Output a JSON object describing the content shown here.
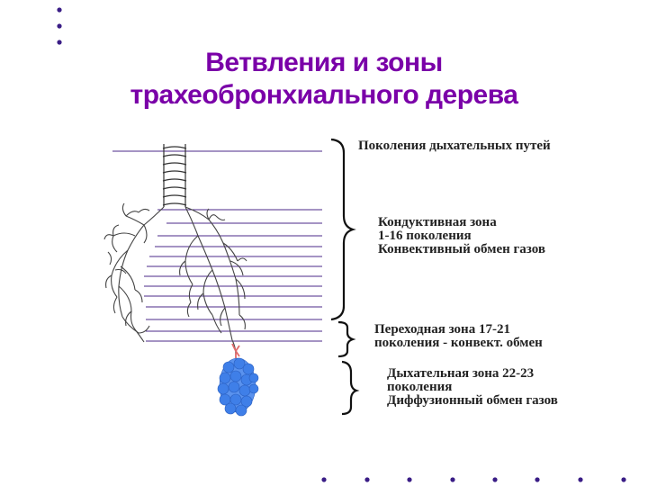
{
  "slide": {
    "title_line1": "Ветвления и зоны",
    "title_line2": "трахеобронхиального дерева"
  },
  "labels": {
    "generations": "Поколения дыхательных путей",
    "conductive": {
      "line1": "Кондуктивная зона",
      "line2": "1-16 поколения",
      "line3": "Конвективный обмен газов"
    },
    "transitional": {
      "line1": "Переходная  зона 17-21",
      "line2": "поколения - конвект. обмен"
    },
    "respiratory": {
      "line1": "Дыхательная зона 22-23",
      "line2": "поколения",
      "line3": "Диффузионный обмен газов"
    }
  },
  "colors": {
    "title": "#7a00a8",
    "dots": "#3a1d86",
    "generation_lines": "#4b2a8a",
    "alveoli": "#3f7fe8",
    "terminal_bronchiole": "#e06a6a"
  }
}
